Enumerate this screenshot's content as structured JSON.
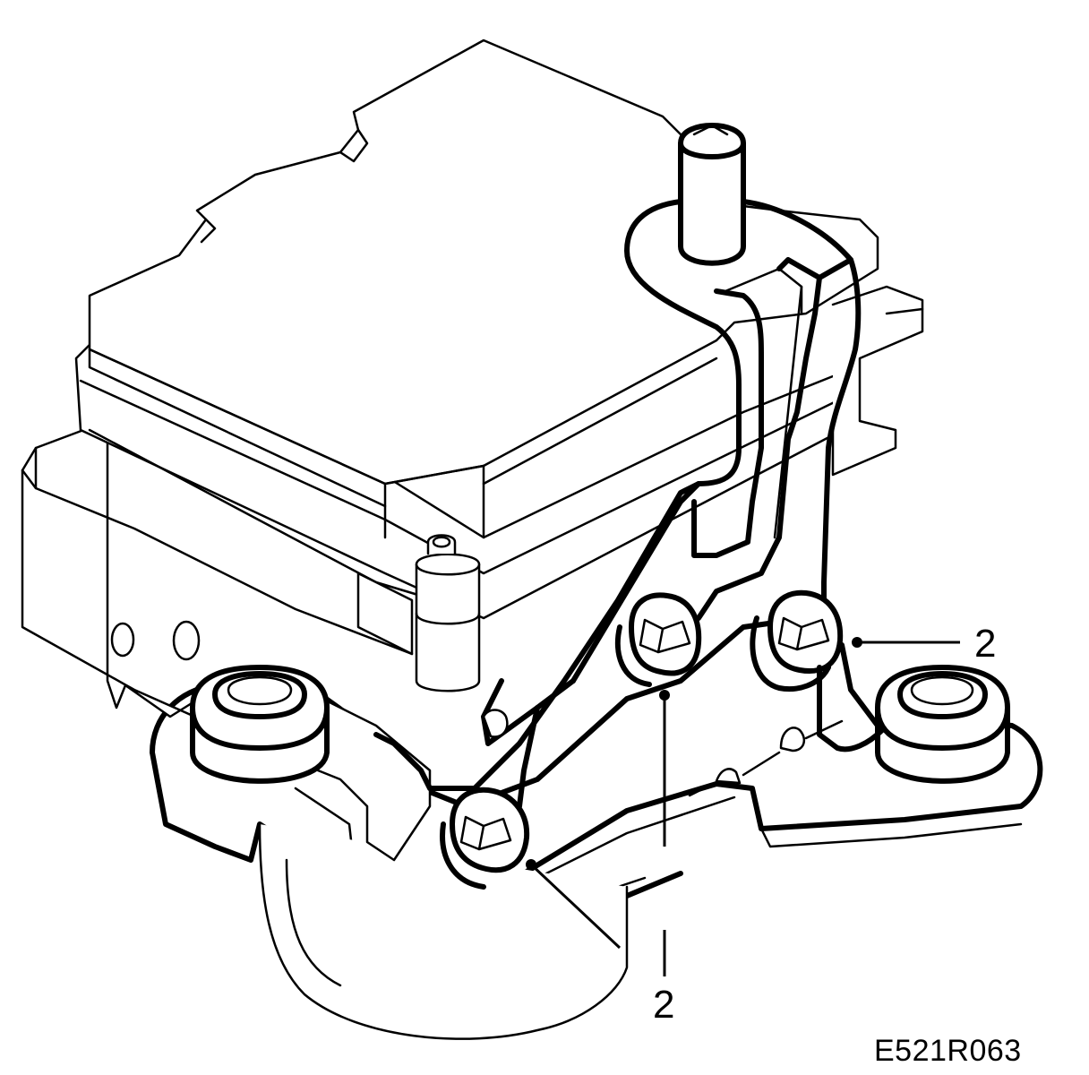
{
  "figure": {
    "drawing_code": "E521R063",
    "callouts": [
      {
        "id": "right",
        "label": "2"
      },
      {
        "id": "bottom",
        "label": "2"
      }
    ]
  },
  "colors": {
    "line": "#000000",
    "paper": "#ffffff"
  }
}
